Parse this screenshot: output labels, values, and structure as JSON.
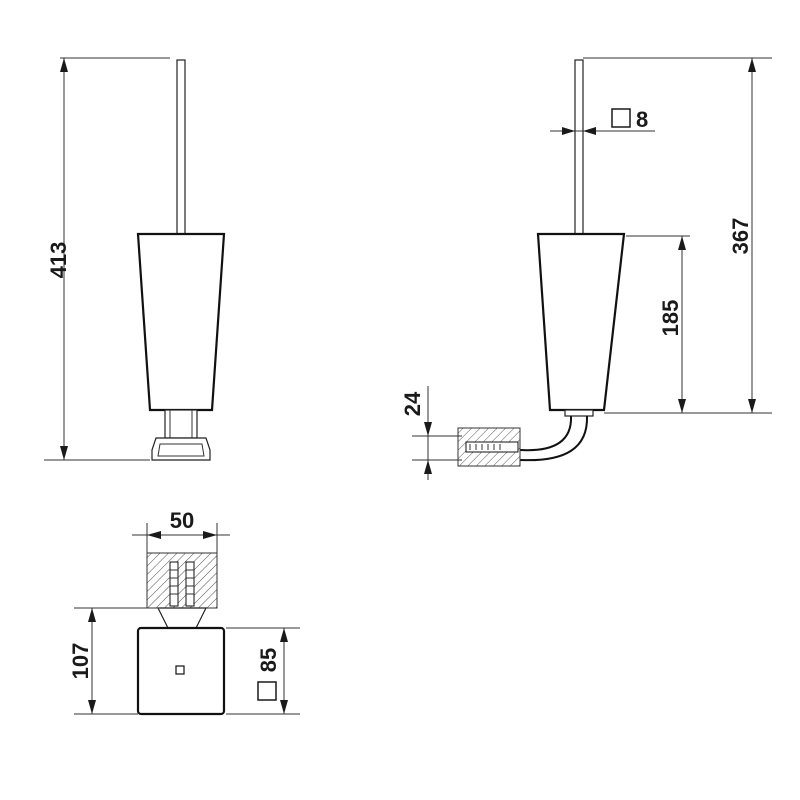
{
  "dimensions": {
    "front_height": "413",
    "side_height": "367",
    "bowl_height": "185",
    "handle_section": "8",
    "mount_height": "24",
    "mount_width": "50",
    "base_height": "107",
    "base_section": "85"
  },
  "colors": {
    "outline": "#111111",
    "dimension_line": "#333333",
    "text": "#1a1a1a",
    "background": "#ffffff"
  },
  "icons": {
    "square_symbol": "square-section-icon"
  }
}
